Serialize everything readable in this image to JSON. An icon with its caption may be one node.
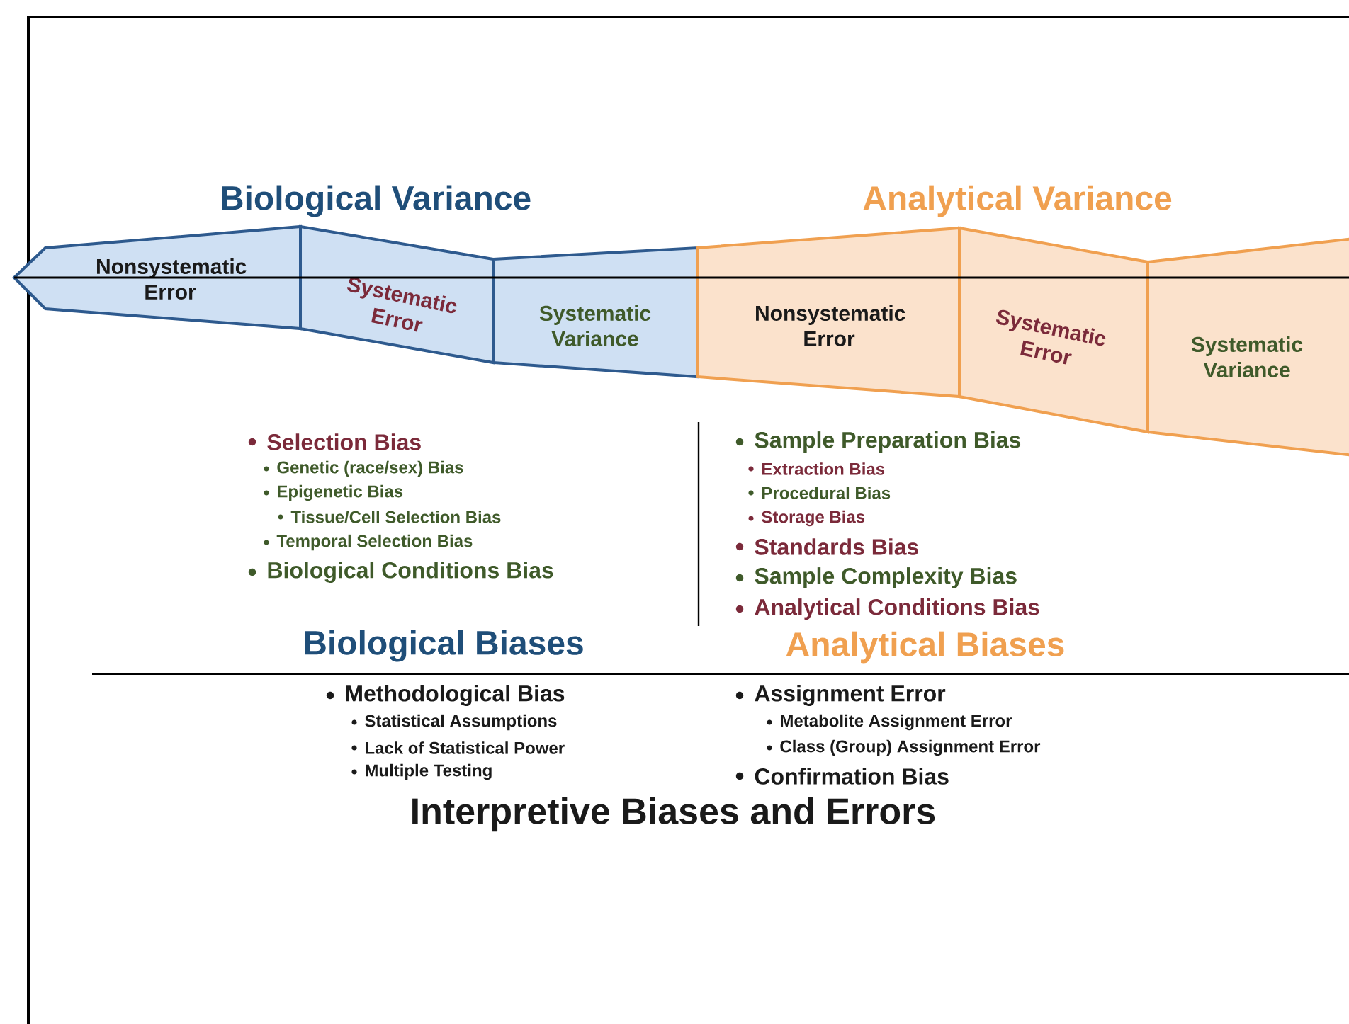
{
  "diagram": {
    "nodes": [
      {
        "text": [
          "Nonsystematic Error"
        ]
      },
      {
        "text": [
          "Systematic Error"
        ]
      },
      {
        "text": [
          "Systematic Variance"
        ]
      },
      {
        "text": [
          "Nonsystematic Error"
        ]
      },
      {
        "text": [
          "Systematic Error"
        ]
      },
      {
        "text": [
          "Systematic Variance"
        ]
      }
    ],
    "labels": [
      "Biological Variance",
      "Analytical Variance",
      "Selection Bias",
      "Genetic (race/sex) Bias",
      "Epigenetic Bias",
      "Tissue/Cell Selection Bias",
      "Temporal Selection Bias",
      "Biological Conditions Bias",
      "Sample Preparation Bias",
      "Extraction Bias",
      "Procedural Bias",
      "Storage Bias",
      "Standards Bias",
      "Sample Complexity Bias",
      "Analytical Conditions Bias",
      "Biological Biases",
      "Analytical Biases",
      "Methodological Bias",
      "Statistical Assumptions",
      "Lack of Statistical Power",
      "Multiple Testing",
      "Assignment Error",
      "Metabolite Assignment Error",
      "Class (Group) Assignment Error",
      "Confirmation Bias",
      "Interpretive Biases and Errors"
    ]
  }
}
